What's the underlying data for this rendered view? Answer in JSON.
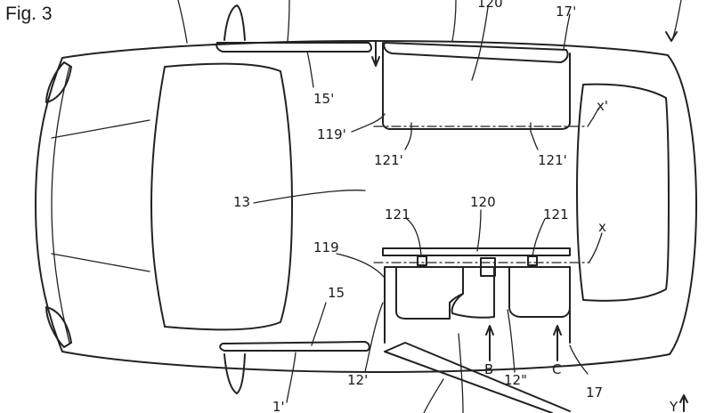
{
  "figure": {
    "title": "Fig. 3",
    "labels": {
      "l120_top": "120",
      "l17p": "17'",
      "l15p": "15'",
      "l119p": "119'",
      "lxp": "x'",
      "l121p_left": "121'",
      "l121p_right": "121'",
      "l13": "13",
      "l120_bot": "120",
      "l121_left": "121",
      "l121_right": "121",
      "lx": "x",
      "l119": "119",
      "l15": "15",
      "lB": "B",
      "lC": "C",
      "l12p": "12'",
      "l12pp": "12\"",
      "l17": "17",
      "l1p": "1'",
      "lY": "Y"
    }
  }
}
